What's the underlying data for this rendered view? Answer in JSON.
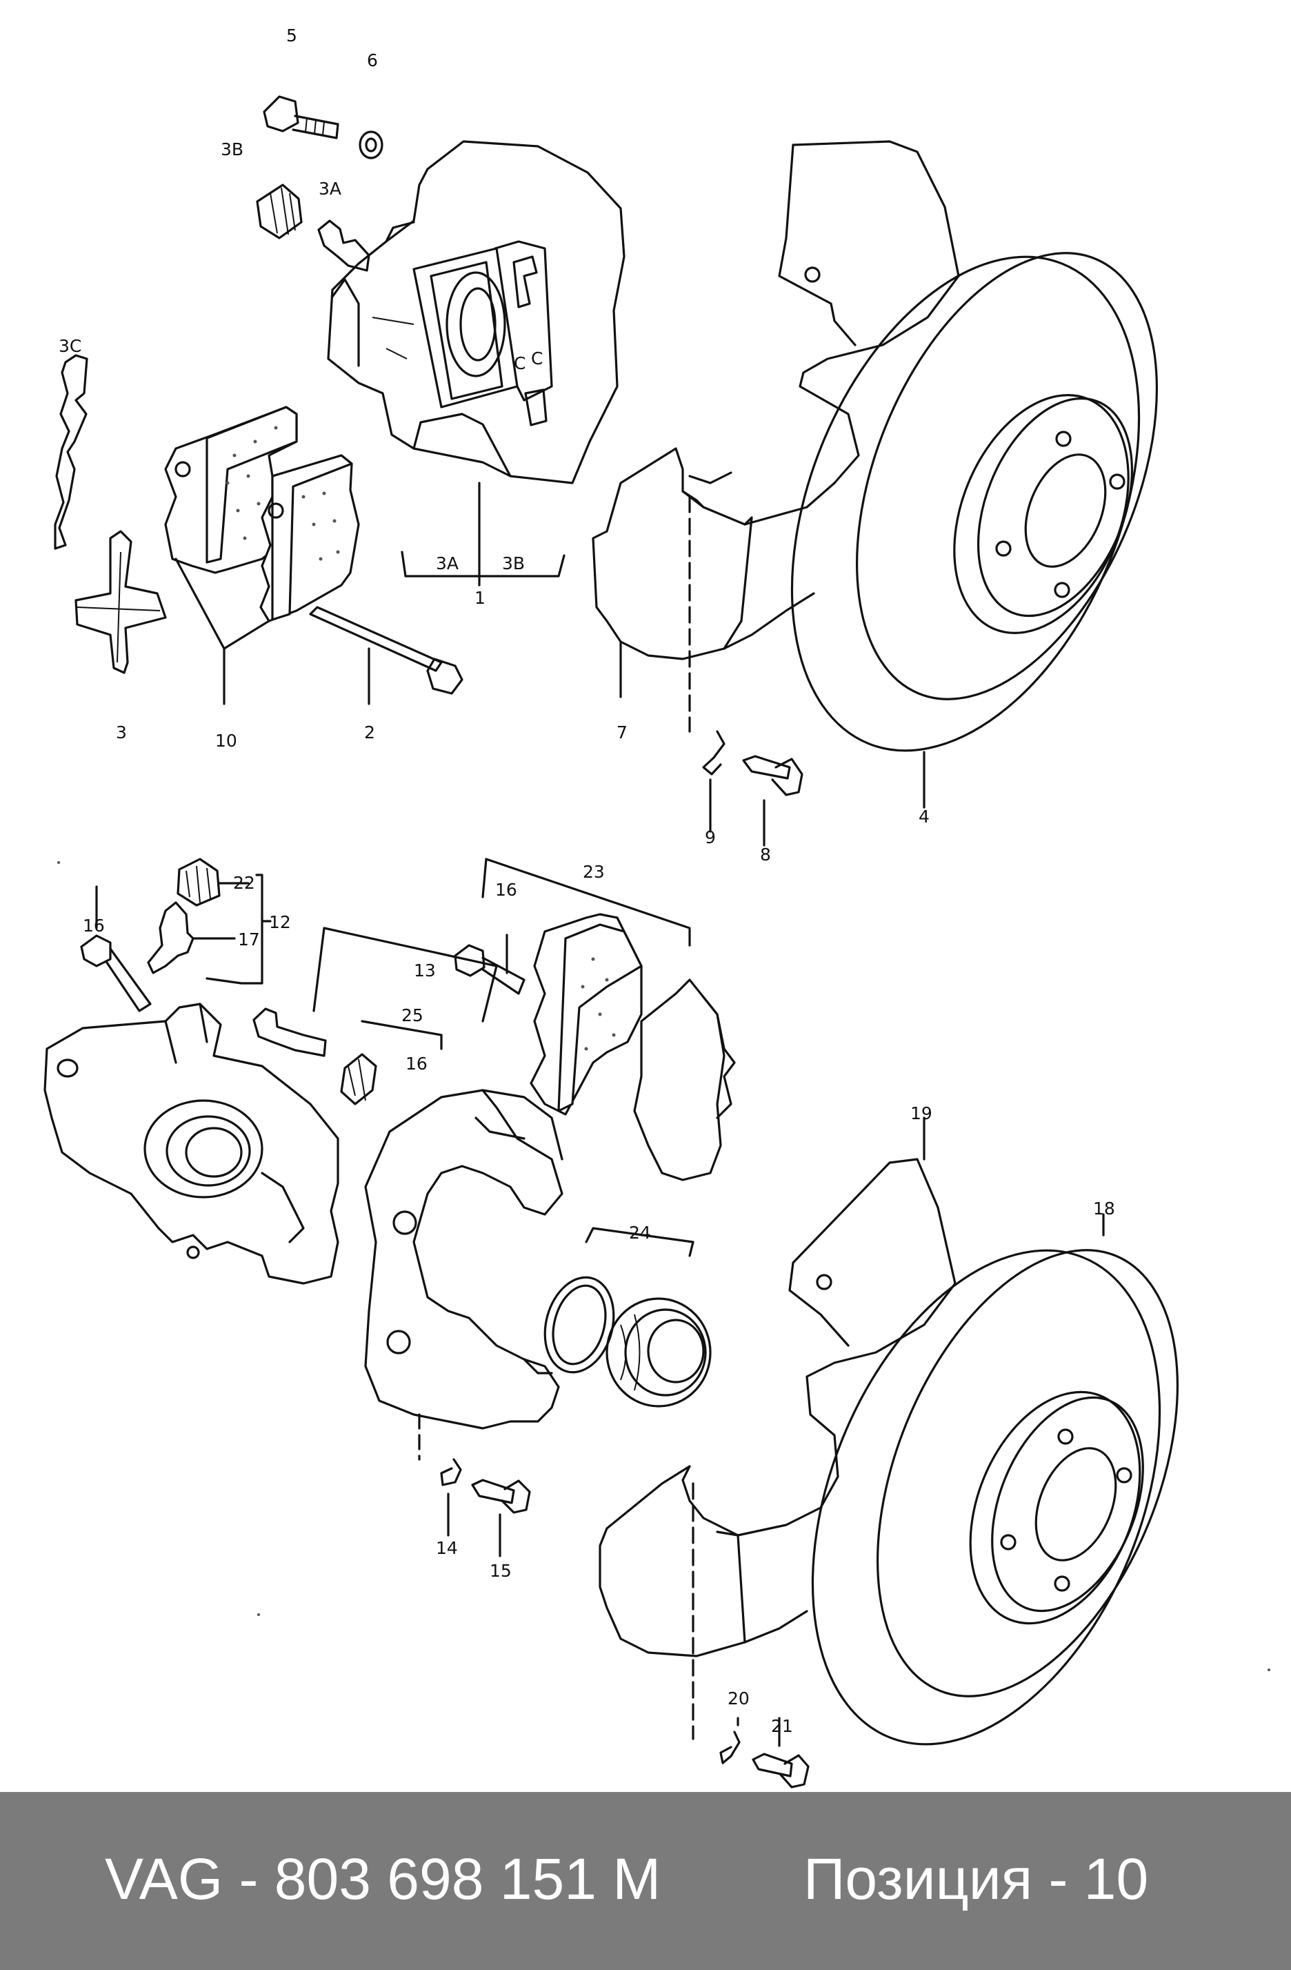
{
  "diagram": {
    "labels": [
      {
        "key": "l1",
        "text": "1"
      },
      {
        "key": "l2",
        "text": "2"
      },
      {
        "key": "l3",
        "text": "3"
      },
      {
        "key": "l3a_top",
        "text": "3A"
      },
      {
        "key": "l3b_top",
        "text": "3B"
      },
      {
        "key": "l3c",
        "text": "3C"
      },
      {
        "key": "l3a_br",
        "text": "3A"
      },
      {
        "key": "l3b_br",
        "text": "3B"
      },
      {
        "key": "l4",
        "text": "4"
      },
      {
        "key": "l5",
        "text": "5"
      },
      {
        "key": "l6",
        "text": "6"
      },
      {
        "key": "l7",
        "text": "7"
      },
      {
        "key": "l8",
        "text": "8"
      },
      {
        "key": "l9",
        "text": "9"
      },
      {
        "key": "l10",
        "text": "10"
      },
      {
        "key": "l12",
        "text": "12"
      },
      {
        "key": "l13",
        "text": "13"
      },
      {
        "key": "l14",
        "text": "14"
      },
      {
        "key": "l15",
        "text": "15"
      },
      {
        "key": "l16a",
        "text": "16"
      },
      {
        "key": "l16b",
        "text": "16"
      },
      {
        "key": "l16c",
        "text": "16"
      },
      {
        "key": "l17",
        "text": "17"
      },
      {
        "key": "l18",
        "text": "18"
      },
      {
        "key": "l19",
        "text": "19"
      },
      {
        "key": "l20",
        "text": "20"
      },
      {
        "key": "l21",
        "text": "21"
      },
      {
        "key": "l22",
        "text": "22"
      },
      {
        "key": "l23",
        "text": "23"
      },
      {
        "key": "l24",
        "text": "24"
      },
      {
        "key": "l25",
        "text": "25"
      },
      {
        "key": "lc1",
        "text": "C"
      },
      {
        "key": "lc2",
        "text": "C"
      }
    ]
  },
  "footer": {
    "part_number": "VAG - 803 698 151 M",
    "position": "Позиция - 10"
  }
}
